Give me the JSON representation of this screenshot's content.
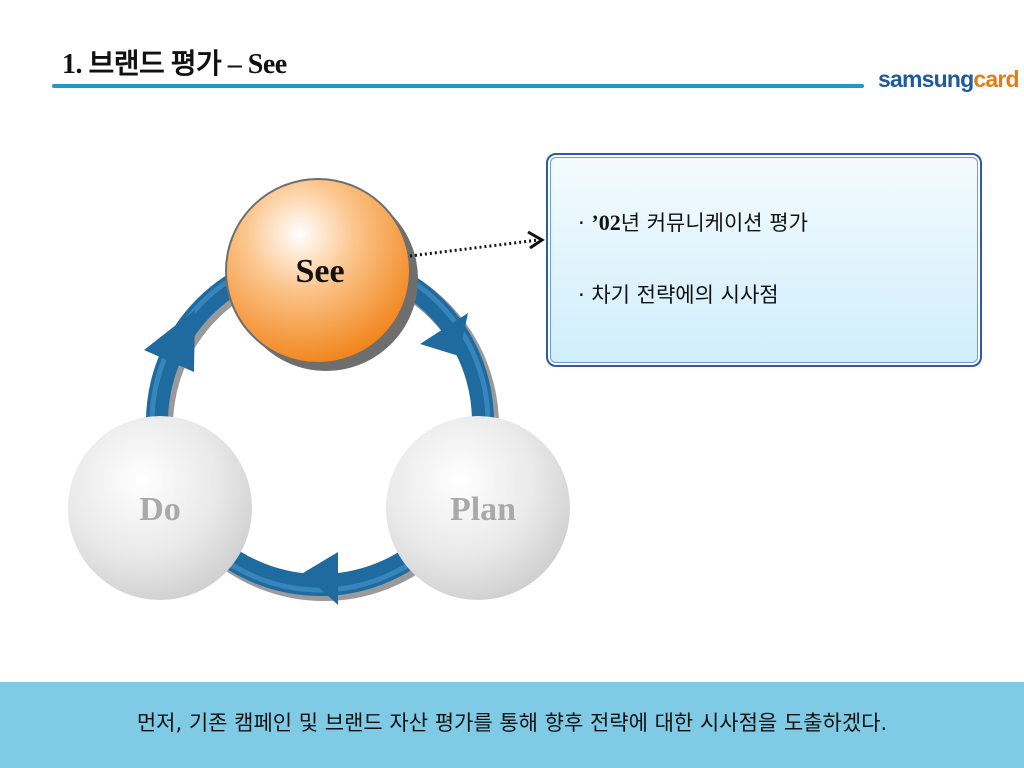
{
  "slide": {
    "title": "1. 브랜드 평가 – See",
    "logo": {
      "part1": "samsung",
      "part2": "card"
    }
  },
  "cycle": {
    "nodes": {
      "see": "See",
      "do": "Do",
      "plan": "Plan"
    },
    "colors": {
      "arrow": "#1f6ba0",
      "see_fill": "#f58a1f",
      "gray_fill": "#d6d6d6",
      "gray_text": "#a9a9a9"
    }
  },
  "infobox": {
    "item1_bullet": "·",
    "item1_year": "’02",
    "item1_text": "년 커뮤니케이션 평가",
    "item2": "· 차기 전략에의 시사점"
  },
  "footer": {
    "text": "먼저, 기존 캠페인 및 브랜드 자산 평가를 통해 향후 전략에 대한 시사점을 도출하겠다."
  }
}
